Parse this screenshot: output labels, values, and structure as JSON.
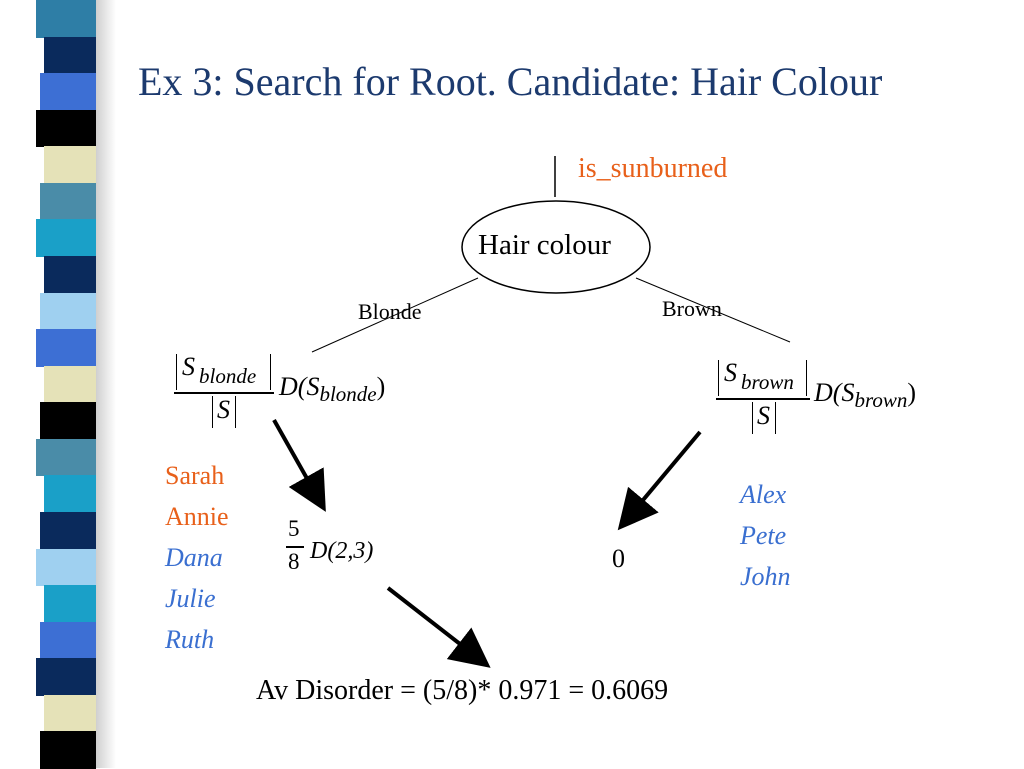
{
  "slide": {
    "title": "Ex 3: Search for Root. Candidate: Hair Colour",
    "stripe_colors": [
      "#2e7ea6",
      "#0a2a5c",
      "#3d6fd4",
      "#000000",
      "#e5e2b8",
      "#4a8ca8",
      "#1aa0c8",
      "#0a2a5c",
      "#9fd0f0",
      "#3d6fd4",
      "#e5e2b8",
      "#000000",
      "#4a8ca8",
      "#1aa0c8",
      "#0a2a5c",
      "#9fd0f0",
      "#1aa0c8",
      "#3d6fd4",
      "#0a2a5c",
      "#e5e2b8",
      "#000000"
    ]
  },
  "tree": {
    "target_label": "is_sunburned",
    "root_label": "Hair colour",
    "branch_left": "Blonde",
    "branch_right": "Brown"
  },
  "left_formula": {
    "numerator": "S",
    "numerator_sub": "blonde",
    "denominator": "S",
    "d_text": "D(",
    "d_s": "S",
    "d_sub": "blonde",
    "d_close": ")"
  },
  "right_formula": {
    "numerator": "S",
    "numerator_sub": "brown",
    "denominator": "S",
    "d_text": "D(",
    "d_s": "S",
    "d_sub": "brown",
    "d_close": ")"
  },
  "blonde_people": {
    "sunburned": [
      "Sarah",
      "Annie"
    ],
    "not_sunburned": [
      "Dana",
      "Julie",
      "Ruth"
    ]
  },
  "brown_people": [
    "Alex",
    "Pete",
    "John"
  ],
  "middle_formula": {
    "numerator": "5",
    "denominator": "8",
    "expr": "D(2,3)"
  },
  "right_value": "0",
  "result": "Av Disorder = (5/8)* 0.971 = 0.6069",
  "colors": {
    "title": "#1c3a6e",
    "highlight": "#e8601a",
    "names_blue": "#3a6fd0"
  }
}
